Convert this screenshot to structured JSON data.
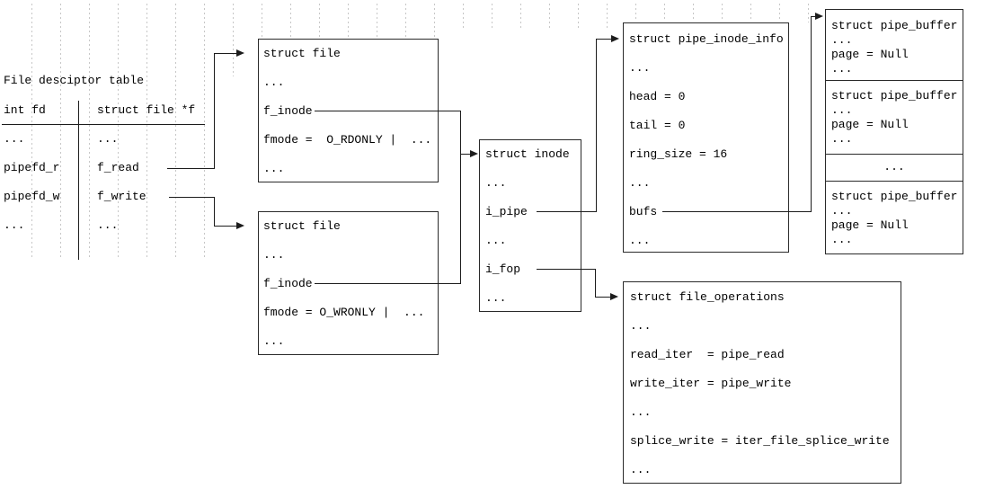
{
  "fd_table": {
    "title": "File desciptor table",
    "headers": [
      "int fd",
      "struct file *f"
    ],
    "rows": [
      [
        "...",
        "..."
      ],
      [
        "pipefd_r",
        "f_read"
      ],
      [
        "pipefd_w",
        "f_write"
      ],
      [
        "...",
        "..."
      ]
    ]
  },
  "file_read_box": {
    "title": "struct file",
    "rows": [
      "...",
      "f_inode",
      "fmode =  O_RDONLY |  ...",
      "..."
    ]
  },
  "file_write_box": {
    "title": "struct file",
    "rows": [
      "...",
      "f_inode",
      "fmode = O_WRONLY |  ...",
      "..."
    ]
  },
  "inode_box": {
    "title": "struct inode",
    "rows": [
      "...",
      "i_pipe",
      "...",
      "i_fop",
      "..."
    ]
  },
  "pipe_inode_info_box": {
    "title": "struct pipe_inode_info",
    "rows": [
      "...",
      "head = 0",
      "tail = 0",
      "ring_size = 16",
      "...",
      "bufs",
      "..."
    ]
  },
  "file_operations_box": {
    "title": "struct file_operations",
    "rows": [
      "...",
      "read_iter  = pipe_read",
      "write_iter = pipe_write",
      "...",
      "splice_write = iter_file_splice_write",
      "..."
    ]
  },
  "pipe_buffer_stack": {
    "buffers": [
      {
        "title": "struct pipe_buffer",
        "rows": [
          "...",
          "page = Null",
          "..."
        ]
      },
      {
        "title": "struct pipe_buffer",
        "rows": [
          "...",
          "page = Null",
          "..."
        ]
      },
      {
        "ellipsis": "..."
      },
      {
        "title": "struct pipe_buffer",
        "rows": [
          "...",
          "page = Null",
          "..."
        ]
      }
    ]
  },
  "colors": {
    "background": "#ffffff",
    "grid": "#c7c7c7",
    "border": "#2a2a2a",
    "line": "#1c1c1c",
    "text": "#000000"
  }
}
